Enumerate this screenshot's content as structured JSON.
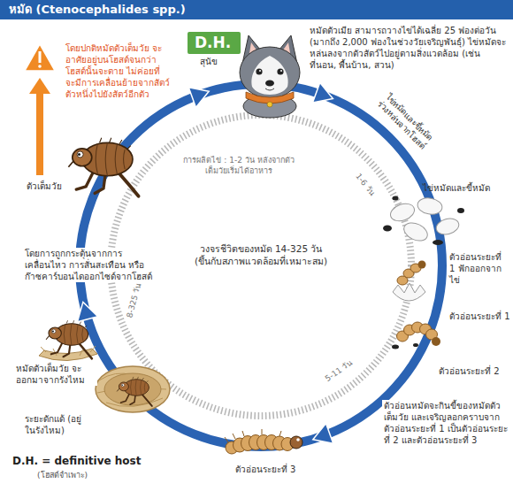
{
  "diagram": {
    "title": "หมัด (Ctenocephalides spp.)",
    "nodes": [
      {
        "text": [
          "D.H."
        ]
      }
    ],
    "labels": [
      "โดยปกติหมัดตัวเต็มวัย จะอาศัยอยู่บนโฮสต์จนกว่าโฮสต์นั้นจะตาย ไม่ค่อยที่จะมีการเคลื่อนย้ายจากสัตว์ตัวหนึ่งไปยังสัตว์อีกตัว",
      "สุนัข",
      "หมัดตัวเมีย สามารถวางไข่ได้เฉลี่ย 25 ฟองต่อวัน (มากถึง 2,000 ฟองในช่วงวัยเจริญพันธุ์) ไข่หมัดจะหล่นลงจากตัวสัตว์ไปอยู่ตามสิ่งแวดล้อม (เช่น ที่นอน, พื้นบ้าน, สวน)",
      "ไข่หมัดและขี้หมัด ร่วงหล่นจากโฮสต์",
      "ไข่หมัดและขี้หมัด",
      "1-6 วัน",
      "ตัวอ่อนระยะที่ 1 ฟักออกจากไข่",
      "ตัวอ่อนระยะที่ 1",
      "ตัวอ่อนระยะที่ 2",
      "ตัวอ่อนหมัดจะกินขี้ของหมัดตัวเต็มวัย และเจริญลอกคราบจากตัวอ่อนระยะที่ 1 เป็นตัวอ่อนระยะที่ 2 และตัวอ่อนระยะที่ 3",
      "ตัวอ่อนระยะที่ 3",
      "5-11 วัน",
      "ระยะดักแด้ (อยู่ในรังไหม)",
      "หมัดตัวเต็มวัย จะออกมาจากรังไหม",
      "8-325 วัน",
      "โดยการถูกกระตุ้นจากการเคลื่อนไหว การสั่นสะเทือน หรือก๊าซคาร์บอนไดออกไซด์จากโฮสต์",
      "ตัวเต็มวัย",
      "การผลิตไข่ : 1-2 วัน หลังจากตัวเต็มวัยเริ่มได้อาหาร",
      "วงจรชีวิตของหมัด 14-325 วัน (ขึ้นกับสภาพแวดล้อมที่เหมาะสม)",
      "D.H. = definitive host",
      "(โฮสต์จำเพาะ)"
    ]
  }
}
